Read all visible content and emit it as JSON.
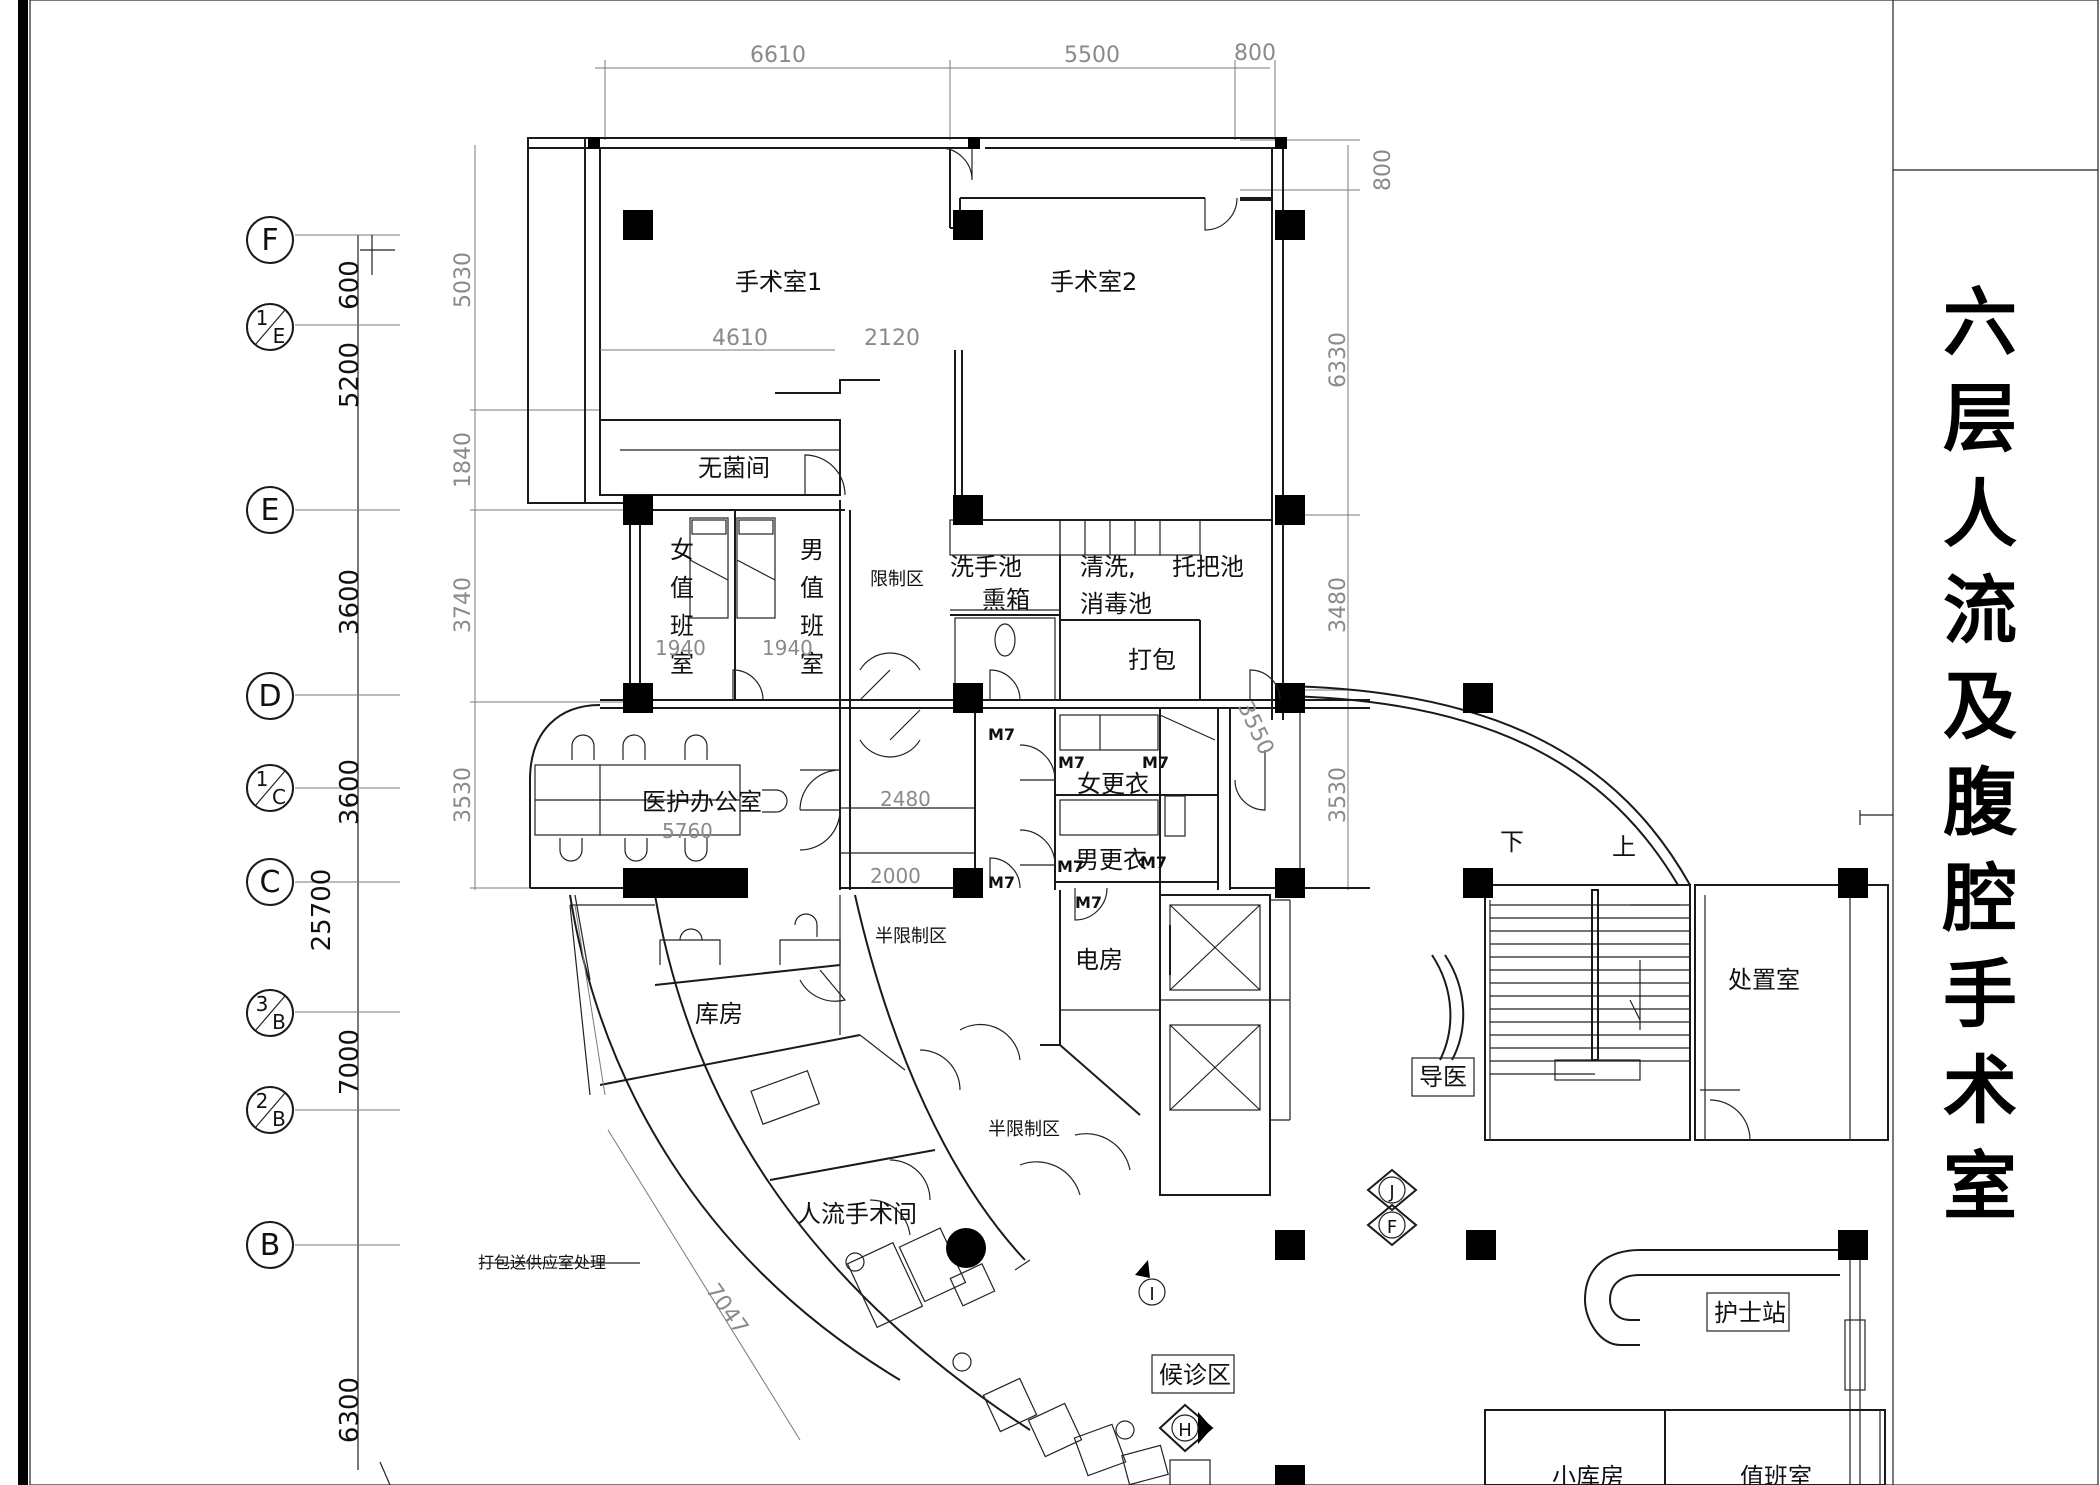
{
  "title_chars": [
    "六",
    "层",
    "人",
    "流",
    "及",
    "腹",
    "腔",
    "手",
    "术",
    "室"
  ],
  "rooms": {
    "or1": "手术室1",
    "or2": "手术室2",
    "sterile": "无菌间",
    "female_duty": [
      "女",
      "值",
      "班",
      "室"
    ],
    "male_duty": [
      "男",
      "值",
      "班",
      "室"
    ],
    "restricted": "限制区",
    "wash_basin": "洗手池",
    "fumigation": "熏箱",
    "clean": "清洗,",
    "disinfect": "消毒池",
    "mop": "托把池",
    "pack": "打包",
    "office": "医护办公室",
    "female_change": "女更衣",
    "male_change": "男更衣",
    "semi1": "半限制区",
    "semi2": "半限制区",
    "storage": "库房",
    "electric": "电房",
    "abortion_or": "人流手术间",
    "treatment": "处置室",
    "guide": "导医",
    "nurse": "护士站",
    "waiting": "候诊区",
    "small_storage": "小库房",
    "duty_room": "值班室",
    "down": "下",
    "up": "上",
    "pack_note": "打包送供应室处理"
  },
  "door_tags": [
    "M7",
    "M7",
    "M7",
    "M7",
    "M7",
    "M7",
    "M7"
  ],
  "axes": {
    "F": "F",
    "E1": "1",
    "E1sub": "E",
    "E": "E",
    "D": "D",
    "C1": "1",
    "C1sub": "C",
    "C": "C",
    "B3": "3",
    "B3sub": "B",
    "B2": "2",
    "B2sub": "B",
    "B": "B"
  },
  "markers": {
    "J": "J",
    "F": "F",
    "I": "I",
    "H": "H"
  },
  "dims": {
    "top1": "6610",
    "top2": "5500",
    "top3": "800",
    "right_top": "800",
    "left1": "5030",
    "left2": "1840",
    "left3": "3740",
    "left4": "3530",
    "mid1": "4610",
    "mid2": "2120",
    "right1": "6330",
    "right2": "3480",
    "right3": "3530",
    "duty1": "1940",
    "duty2": "1940",
    "office": "5760",
    "corr1": "2480",
    "corr2": "2000",
    "curve1": "3550",
    "curve2": "7047",
    "axis1": "600",
    "axis2": "5200",
    "axis3": "3600",
    "axis4": "3600",
    "axis5": "25700",
    "axis6": "7000",
    "axis7": "6300"
  }
}
